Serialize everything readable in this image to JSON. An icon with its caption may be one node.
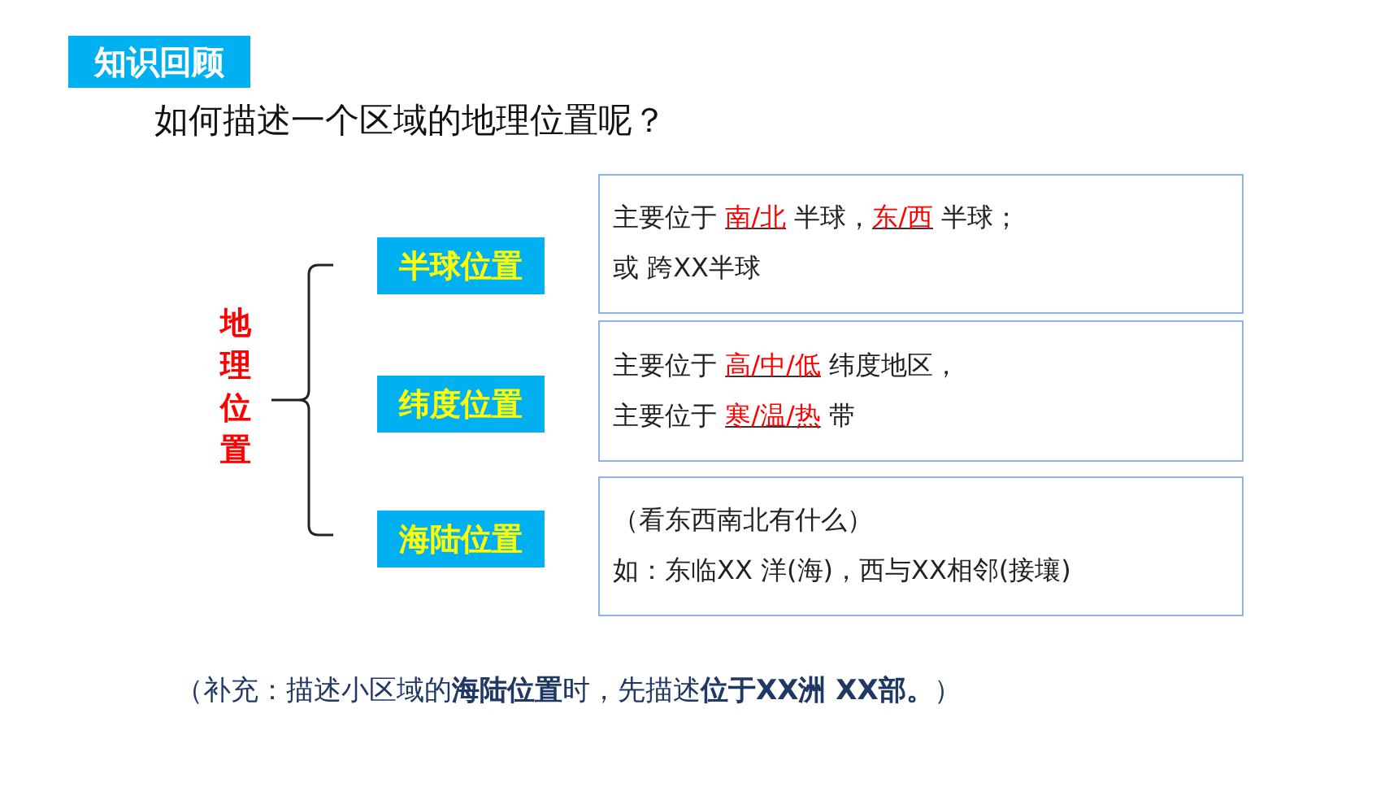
{
  "diagram": {
    "title": "如何描述一个区域的地理位置呢？",
    "caption": "（补充：描述小区域的**海陆位置**时，先描述**位于XX洲 XX部。**）",
    "nodes": [
      {
        "text": [
          "知识回顾"
        ]
      },
      {
        "text": [
          "地理位置"
        ]
      },
      {
        "text": [
          "半球位置"
        ]
      },
      {
        "text": [
          "主要位于 **南/北** 半球，**东/西** 半球；",
          "或 跨XX半球"
        ]
      },
      {
        "text": [
          "纬度位置"
        ]
      },
      {
        "text": [
          "主要位于 **高/中/低** 纬度地区，",
          "主要位于 **寒/温/热** 带"
        ]
      },
      {
        "text": [
          "海陆位置"
        ]
      },
      {
        "text": [
          "（看东西南北有什么）",
          "如：东临XX 洋(海)，西与XX相邻(接壤)"
        ]
      }
    ]
  }
}
